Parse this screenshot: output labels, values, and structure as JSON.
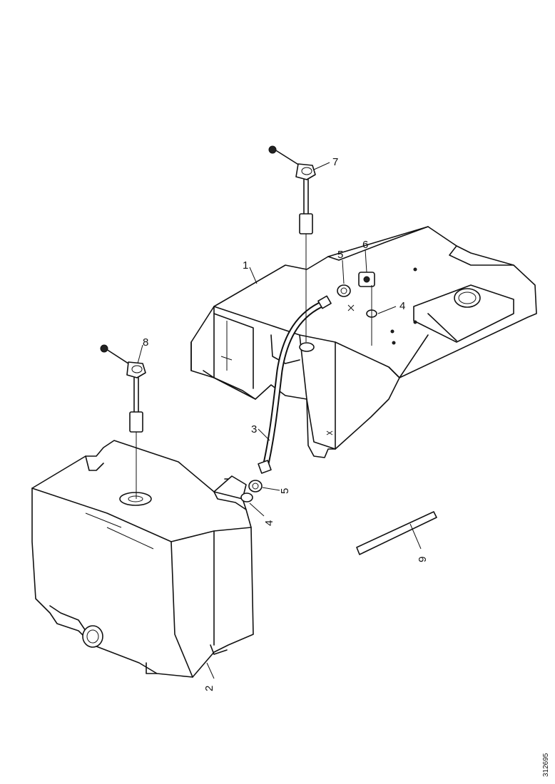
{
  "diagram": {
    "reference_code": "312695",
    "callouts": [
      {
        "id": "c1",
        "text": "1"
      },
      {
        "id": "c2",
        "text": "2"
      },
      {
        "id": "c3",
        "text": "3"
      },
      {
        "id": "c4a",
        "text": "4"
      },
      {
        "id": "c4b",
        "text": "4"
      },
      {
        "id": "c5a",
        "text": "5"
      },
      {
        "id": "c5b",
        "text": "5"
      },
      {
        "id": "c6",
        "text": "6"
      },
      {
        "id": "c7",
        "text": "7"
      },
      {
        "id": "c8",
        "text": "8"
      },
      {
        "id": "c9",
        "text": "9"
      }
    ]
  }
}
